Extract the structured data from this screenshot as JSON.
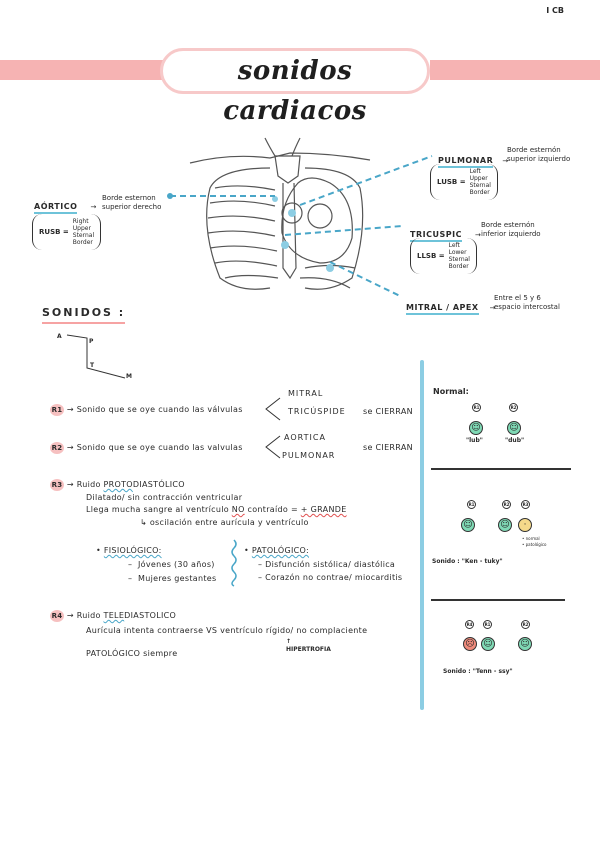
{
  "page_number": "I CB",
  "title": "sonidos cardiacos",
  "diagram": {
    "aortico": {
      "label": "AÓRTICO",
      "desc": [
        "Borde esternon",
        "superior derecho"
      ],
      "abbr": "RUSB =",
      "expansion": [
        "Right",
        "Upper",
        "Sternal",
        "Border"
      ]
    },
    "pulmonar": {
      "label": "PULMONAR",
      "desc": [
        "Borde esternón",
        "superior izquierdo"
      ],
      "abbr": "LUSB =",
      "expansion": [
        "Left",
        "Upper",
        "Sternal",
        "Border"
      ]
    },
    "tricuspide": {
      "label": "TRICUSPIC",
      "desc": [
        "Borde esternón",
        "inferior izquierdo"
      ],
      "abbr": "LLSB =",
      "expansion": [
        "Left",
        "Lower",
        "Sternal",
        "Border"
      ]
    },
    "mitral": {
      "label": "MITRAL / APEX",
      "desc": [
        "Entre el 5 y 6",
        "espacio intercostal"
      ]
    },
    "arrow": "→"
  },
  "sonidos": {
    "heading": "SONIDOS :",
    "mnemonic": {
      "a": "A",
      "p": "P",
      "t": "T",
      "m": "M"
    },
    "r1": {
      "badge": "R1",
      "text": "Sonido que se oye cuando las válvulas",
      "valves": [
        "MITRAL",
        "TRICÚSPIDE"
      ],
      "suffix": "se CIERRAN"
    },
    "r2": {
      "badge": "R2",
      "text": "Sonido que se oye cuando las valvulas",
      "valves": [
        "AORTICA",
        "PULMONAR"
      ],
      "suffix": "se CIERRAN"
    },
    "r3": {
      "badge": "R3",
      "title_prefix": "Ruido ",
      "title_highlight": "PROTO",
      "title_suffix": "DIASTÓLICO",
      "lines": [
        "Dilatado/ sin contracción ventricular"
      ],
      "line2_a": "Llega mucha sangre al ventrículo ",
      "line2_no": "NO",
      "line2_b": " contraído  =  ",
      "line2_grande": "+ GRANDE",
      "line3": "↳ oscilación entre aurícula y ventrículo",
      "fisiologico": {
        "title": "FISIOLÓGICO:",
        "items": [
          "Jóvenes (30 años)",
          "Mujeres gestantes"
        ]
      },
      "patologico": {
        "title": "PATOLÓGICO:",
        "items": [
          "Disfunción sistólica/ diastólica",
          "Corazón no contrae/ miocarditis"
        ]
      }
    },
    "r4": {
      "badge": "R4",
      "title_prefix": "Ruido ",
      "title_highlight": "TELE",
      "title_suffix": "DIASTOLICO",
      "line1": "Aurícula intenta contraerse VS ventrículo rígido/ no complaciente",
      "line2": "PATOLÓGICO siempre",
      "note": "HIPERTROFIA"
    }
  },
  "sidebar": {
    "normal_label": "Normal:",
    "normal": [
      {
        "badge": "R1",
        "caption": "\"lub\""
      },
      {
        "badge": "R2",
        "caption": "\"dub\""
      }
    ],
    "r3_group": [
      {
        "badge": "R1"
      },
      {
        "badge": "R2"
      },
      {
        "badge": "R3"
      }
    ],
    "r3_notes": [
      "normal",
      "patológico"
    ],
    "r3_sound": "Sonido : \"Ken - tuky\"",
    "r4_group": [
      {
        "badge": "R4"
      },
      {
        "badge": "R1"
      },
      {
        "badge": "R2"
      }
    ],
    "r4_sound": "Sonido : \"Tenn - ssy\""
  },
  "colors": {
    "pink": "#f6b3b3",
    "blue": "#49a6c8",
    "green": "#7fd9b5",
    "yellow": "#f5d98a",
    "red": "#ef8a7b"
  }
}
